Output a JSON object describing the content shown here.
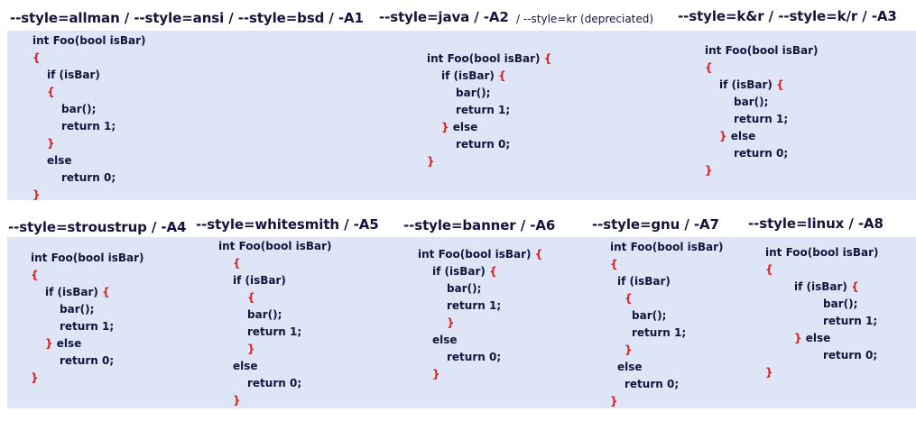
{
  "headings": {
    "allman": "--style=allman / --style=ansi / --style=bsd / -A1",
    "java": "--style=java / -A2",
    "java_note": "/ --style=kr (depreciated)",
    "kr": "--style=k&r / --style=k/r / -A3",
    "stroustrup": "--style=stroustrup / -A4",
    "whitesmith": "--style=whitesmith / -A5",
    "banner": "--style=banner / -A6",
    "gnu": "--style=gnu / -A7",
    "linux": "--style=linux / -A8"
  },
  "code": {
    "func": "int Foo(bool isBar)",
    "if": "if (isBar)",
    "bar": "bar();",
    "ret1": "return 1;",
    "else": "else",
    "ret0": "return 0;",
    "open": "{",
    "close": "}"
  },
  "colors": {
    "band": "#dde5f7",
    "text": "#14143c",
    "brace": "#d82020"
  }
}
